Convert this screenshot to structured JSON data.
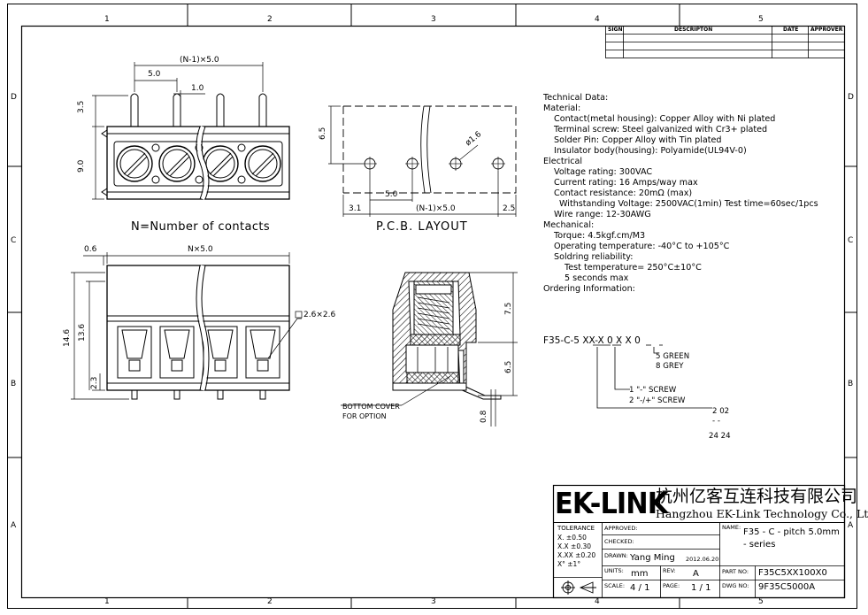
{
  "frame": {
    "columns": [
      "1",
      "2",
      "3",
      "4",
      "5"
    ],
    "rows": [
      "D",
      "C",
      "B",
      "A"
    ]
  },
  "revision_table": {
    "headers": {
      "sign": "SIGN",
      "description": "DESCRIPTON",
      "date": "DATE",
      "approver": "APPROVER"
    }
  },
  "views": {
    "side_caption": "N=Number of contacts",
    "pcb_caption": "P.C.B. LAYOUT",
    "dims": {
      "pitch_total": "(N-1)×5.0",
      "pitch": "5.0",
      "pin_width": "1.0",
      "pin_height": "3.5",
      "body_height": "9.0",
      "pcb_row": "6.5",
      "hole": "ø1.6",
      "pcb_pitch": "5.0",
      "pcb_total": "(N-1)×5.0",
      "pcb_left": "3.1",
      "pcb_right": "2.5",
      "front_offset": "0.6",
      "front_total": "N×5.0",
      "height_total": "14.6",
      "height_body": "13.6",
      "foot": "2.3",
      "pin_square": "2.6×2.6",
      "section_top": "7.5",
      "section_low": "6.5",
      "pin_thick": "0.8"
    },
    "bottom_cover": [
      "BOTTOM COVER",
      "FOR OPTION"
    ]
  },
  "tech_data": [
    "Technical Data:",
    "Material:",
    "  Contact(metal housing): Copper Alloy with Ni plated",
    "  Terminal screw: Steel galvanized with Cr3+ plated",
    "  Solder Pin: Copper Alloy with Tin plated",
    "  Insulator body(housing): Polyamide(UL94V-0)",
    "Electrical",
    "  Voltage rating: 300VAC",
    "  Current rating: 16 Amps/way max",
    "  Contact resistance: 20mΩ (max)",
    "    Withstanding Voltage: 2500VAC(1min) Test time=60sec/1pcs",
    "  Wire range: 12-30AWG",
    "Mechanical:",
    "  Torque: 4.5kgf.cm/M3",
    "  Operating temperature: -40°C to +105°C",
    "  Soldring reliability:",
    "    Test temperature= 250°C±10°C",
    "    5 seconds max",
    "Ordering Information:"
  ],
  "ordering": {
    "code": "F35-C-5 XX-X 0 X X 0",
    "color_opts": [
      "5  GREEN",
      "8  GREY"
    ],
    "screw_opts": [
      "1  \"-\" SCREW",
      "2  \"-/+\" SCREW"
    ],
    "pole_opts": [
      "2  02",
      "-  -",
      "24  24"
    ]
  },
  "title_block": {
    "logo": "EK-LINK",
    "company_cn": "杭州亿客互连科技有限公司",
    "company_en": "Hangzhou EK-Link Technology Co., Ltd",
    "tolerance_label": "TOLERANCE",
    "tolerances": [
      "X.    ±0.50",
      "X.X   ±0.30",
      "X.XX ±0.20",
      "X°     ±1°"
    ],
    "approved_label": "APPROVED:",
    "checked_label": "CHECKED:",
    "drawn_label": "DRAWN:",
    "drawn_by": "Yang Ming",
    "drawn_date": "2012.06.20",
    "units_label": "UNITS:",
    "units": "mm",
    "rev_label": "REV:",
    "rev": "A",
    "scale_label": "SCALE:",
    "scale": "4 / 1",
    "page_label": "PAGE:",
    "page": "1 / 1",
    "name_label": "NAME:",
    "name_lines": [
      "F35 - C - pitch 5.0mm",
      "- series"
    ],
    "part_no_label": "PART NO:",
    "part_no": "F35C5XX100X0",
    "dwg_no_label": "DWG NO:",
    "dwg_no": "9F35C5000A"
  }
}
